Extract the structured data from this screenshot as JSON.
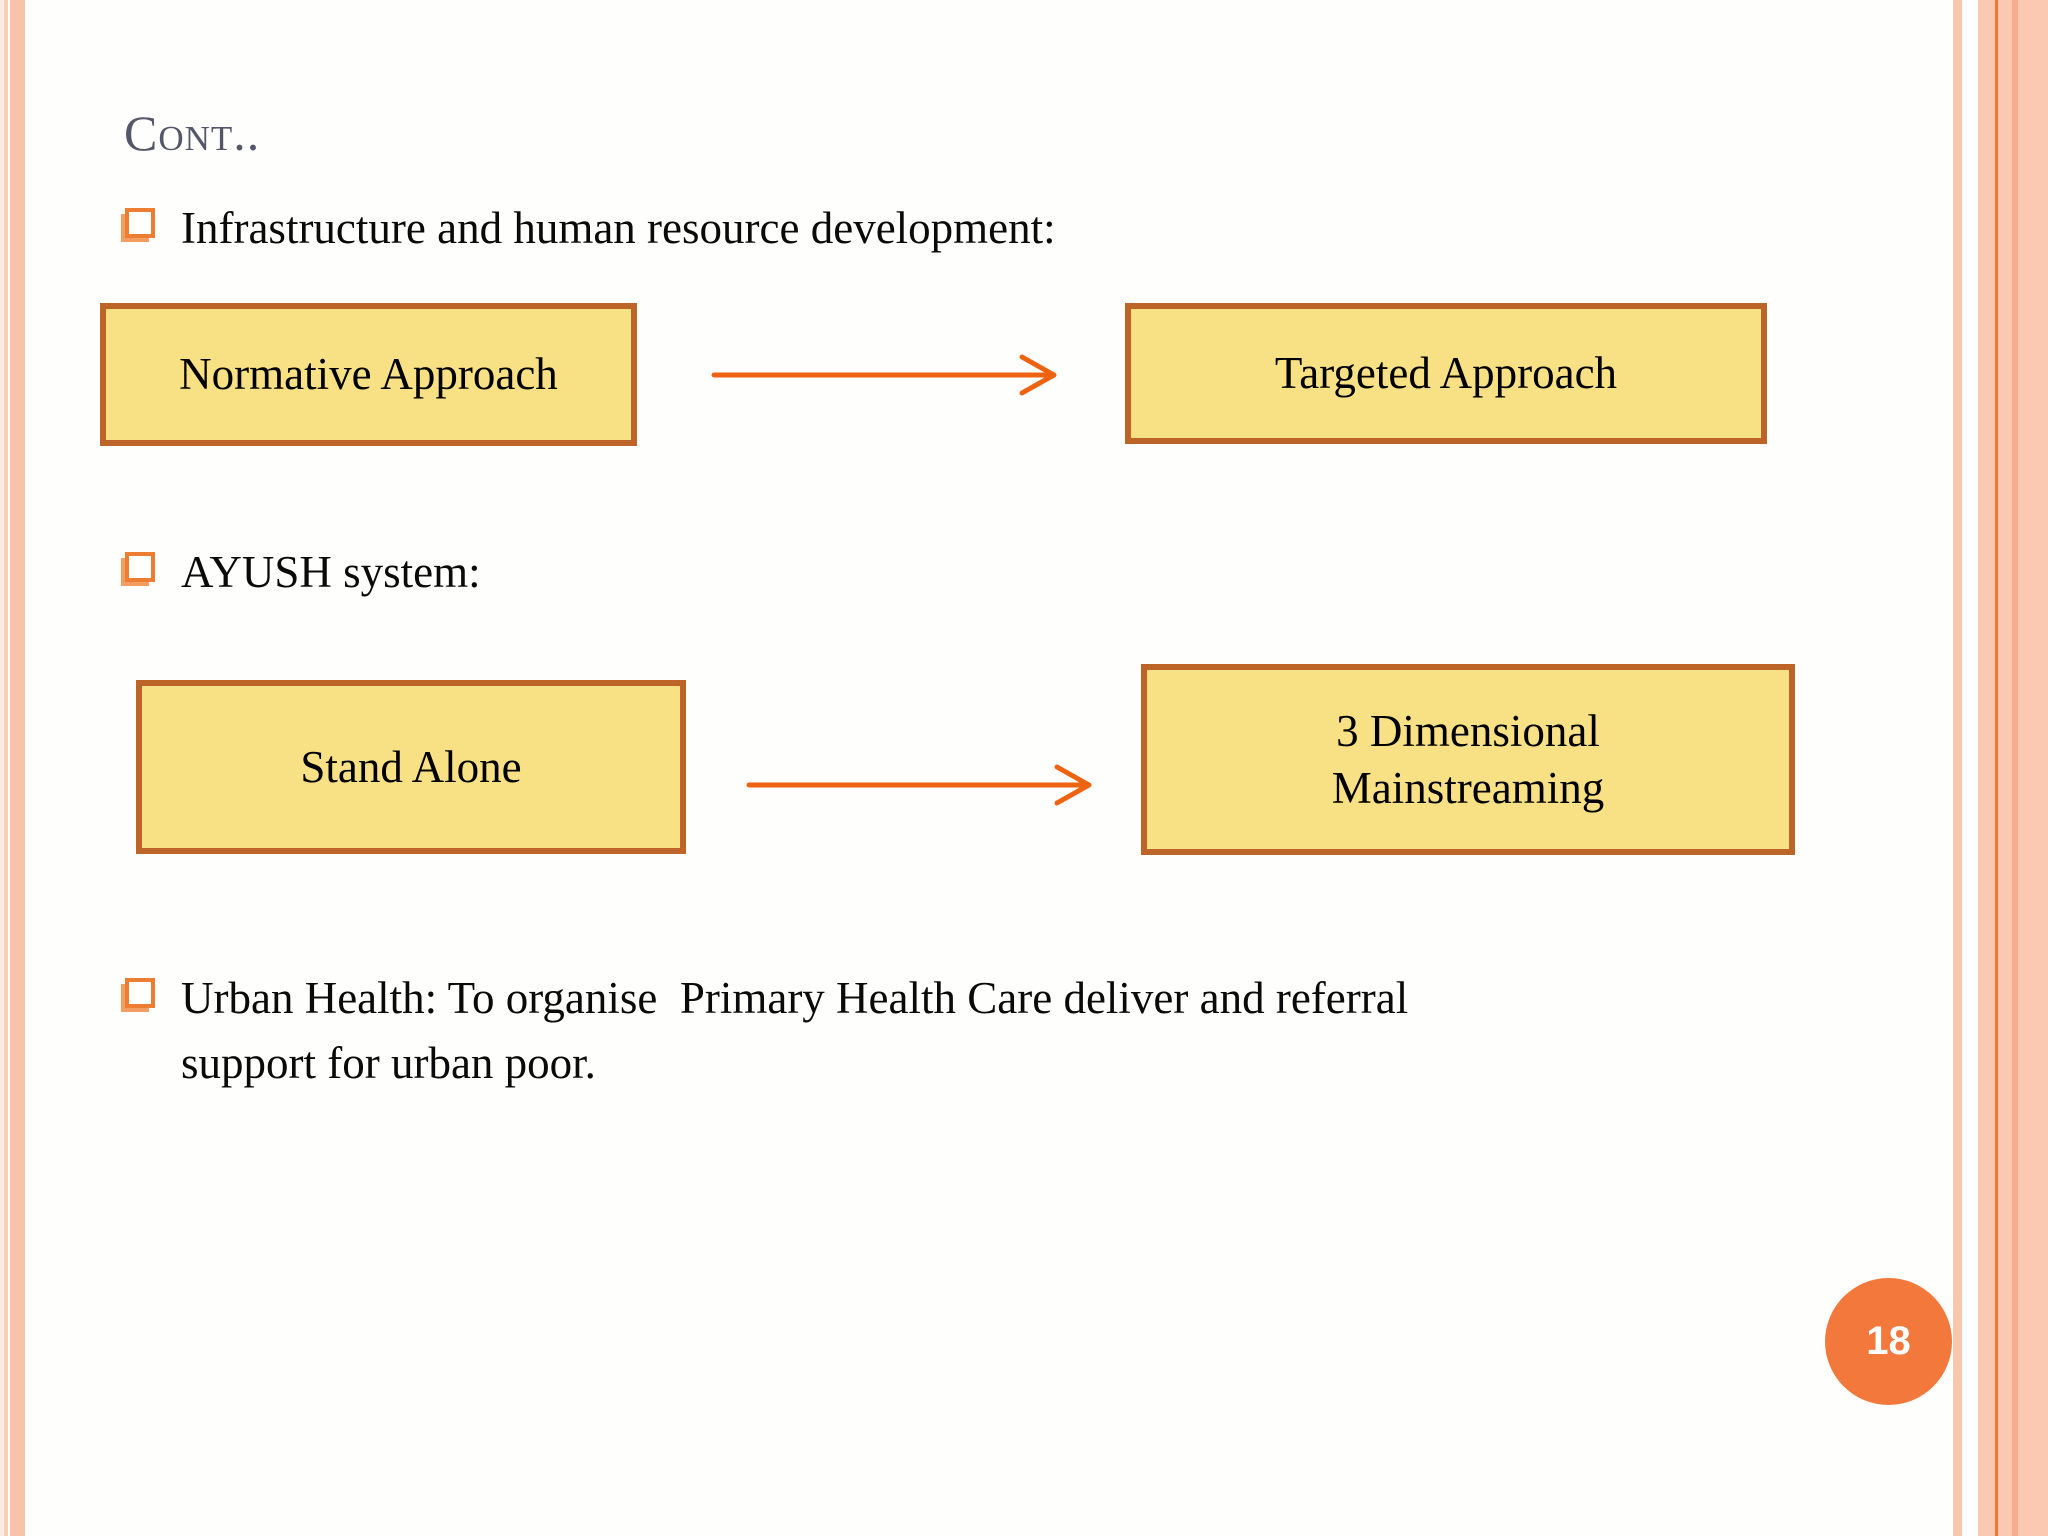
{
  "title": "Cont..",
  "bullets": [
    {
      "label": "Infrastructure and human resource development:"
    },
    {
      "label": "AYUSH system:"
    },
    {
      "label": "Urban Health: To organise  Primary Health Care deliver and referral support for urban poor."
    }
  ],
  "diagrams": [
    {
      "left_box": "Normative Approach",
      "right_box_lines": [
        "Targeted Approach"
      ]
    },
    {
      "left_box": "Stand Alone",
      "right_box_lines": [
        "3 Dimensional",
        "Mainstreaming"
      ]
    }
  ],
  "page_number": "18",
  "colors": {
    "box_fill": "#f8e084",
    "box_border": "#bd6428",
    "arrow": "#ee6311",
    "bullet": "#ed7d31",
    "page_badge": "#f2793b",
    "title_text": "#54566a",
    "side_border_salmon": "#f7c3a9",
    "side_border_accent_line": "#ee7a35"
  }
}
